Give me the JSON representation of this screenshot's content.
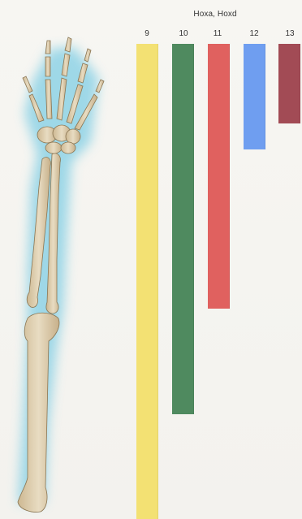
{
  "title": "Hoxa, Hoxd",
  "genes": [
    {
      "label": "9",
      "color": "#f3e173"
    },
    {
      "label": "10",
      "color": "#4f8a5f"
    },
    {
      "label": "11",
      "color": "#e0615f"
    },
    {
      "label": "12",
      "color": "#6f9ef0"
    },
    {
      "label": "13",
      "color": "#a24b55"
    }
  ]
}
